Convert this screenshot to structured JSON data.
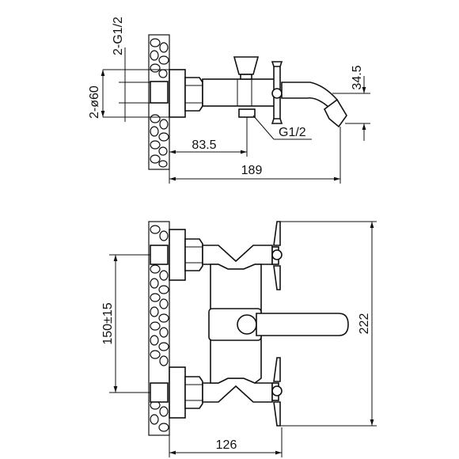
{
  "top_view": {
    "dim_thread_pair": "2-G1/2",
    "dim_cover_pair": "2-ø60",
    "dim_spout_height": "34.5",
    "dim_wall_to_diverter": "83.5",
    "dim_total_depth": "189",
    "label_thread": "G1/2"
  },
  "front_view": {
    "dim_center_distance": "150±15",
    "dim_height": "222",
    "dim_depth": "126"
  }
}
